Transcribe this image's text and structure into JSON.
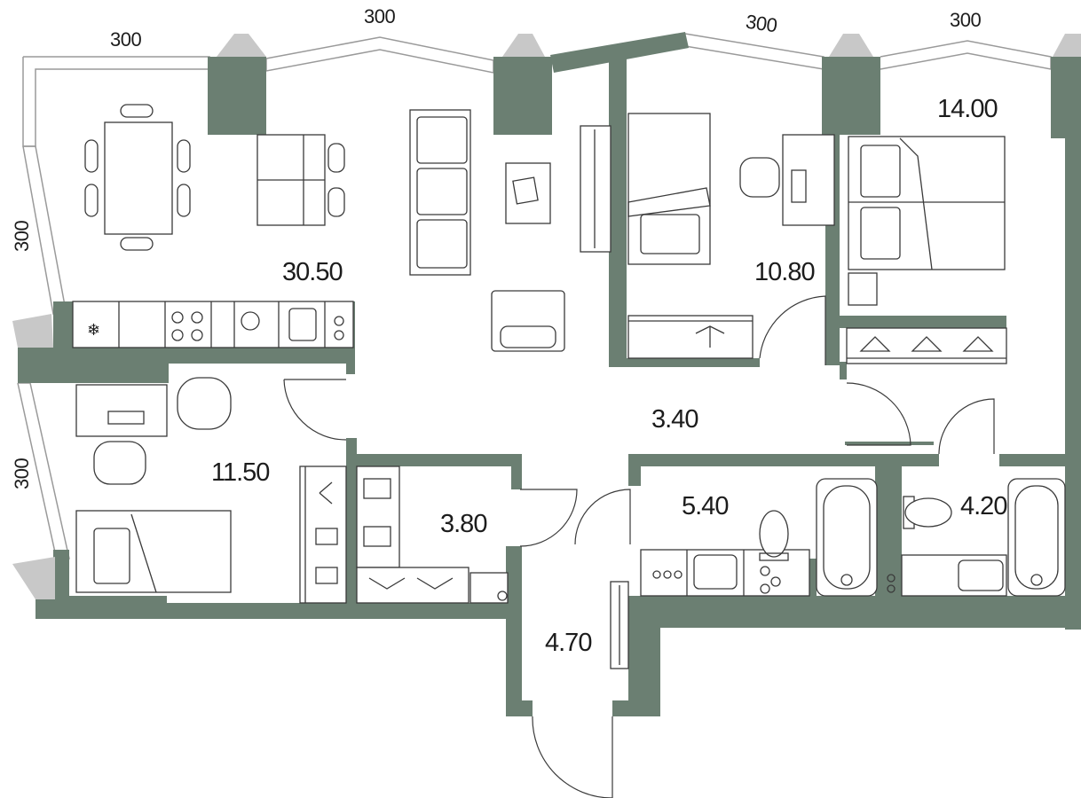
{
  "floor_plan": {
    "rooms": [
      {
        "id": "living-kitchen",
        "area": "30.50"
      },
      {
        "id": "bedroom-1",
        "area": "10.80"
      },
      {
        "id": "bedroom-2",
        "area": "14.00"
      },
      {
        "id": "bedroom-3",
        "area": "11.50"
      },
      {
        "id": "corridor",
        "area": "3.40"
      },
      {
        "id": "wardrobe",
        "area": "3.80"
      },
      {
        "id": "bathroom-1",
        "area": "5.40"
      },
      {
        "id": "bathroom-2",
        "area": "4.20"
      },
      {
        "id": "entrance-hall",
        "area": "4.70"
      }
    ],
    "dimensions": [
      "300",
      "300",
      "300",
      "300",
      "300",
      "300"
    ]
  },
  "colors": {
    "wall": "#6b7f72",
    "window": "#9a9a9a",
    "furniture_stroke": "#3a3a3a",
    "corner_column": "#c8c8c8",
    "background": "#ffffff"
  }
}
